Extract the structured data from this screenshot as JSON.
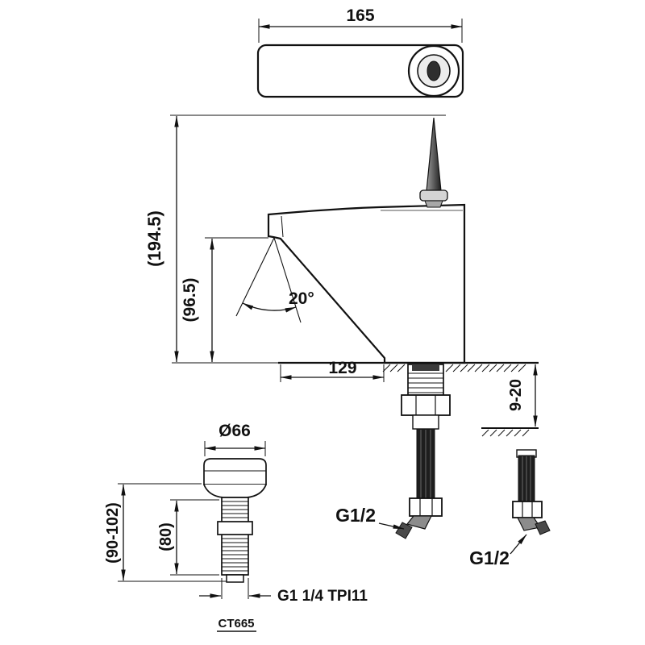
{
  "drawing": {
    "model": "CT665",
    "labels": {
      "top_width": "165",
      "overall_height": "(194.5)",
      "spout_height": "(96.5)",
      "spout_angle": "20°",
      "reach": "129",
      "deck_thickness": "9-20",
      "drain_diameter": "Ø66",
      "drain_height_range": "(90-102)",
      "drain_height": "(80)",
      "drain_thread": "G1 1/4 TPI11",
      "hose_thread_left": "G1/2",
      "hose_thread_right": "G1/2"
    },
    "colors": {
      "line": "#111111",
      "hose_dark": "#1e1e1e",
      "metal_gray": "#8c8c8c",
      "lever_dark": "#2e2e2e",
      "background": "#ffffff"
    }
  }
}
